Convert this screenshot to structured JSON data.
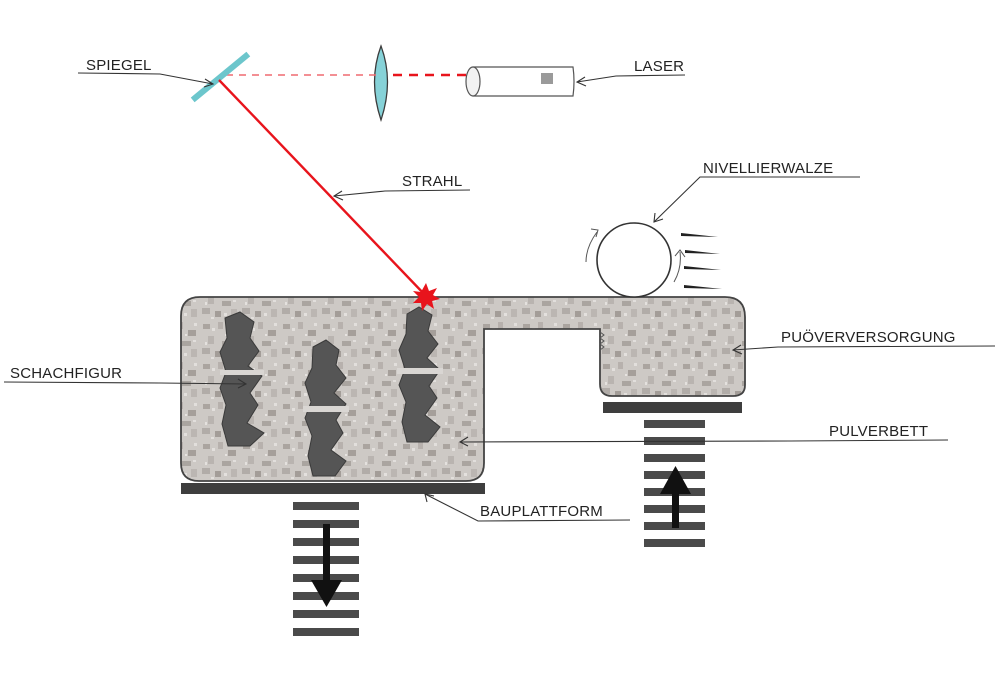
{
  "labels": {
    "spiegel": "SPIEGEL",
    "laser": "LASER",
    "strahl": "STRAHL",
    "nivellierwalze": "NIVELLIERWALZE",
    "puoverversorgung": "PUÖVERVERSORGUNG",
    "schachfigur": "SCHACHFIGUR",
    "pulverbett": "PULVERBETT",
    "bauplattform": "BAUPLATTFORM"
  },
  "colors": {
    "beam": "#e8141c",
    "mirror": "#6cc6cc",
    "lens": "#86d2d8",
    "powder": "#c8c4c0",
    "powder_dark": "#a39d99",
    "figure": "#555555",
    "platform": "#3e3e3e",
    "stripes": "#4a4a4a",
    "arrow": "#111111"
  },
  "icons": {
    "build_piston_arrow": "arrow-down-icon",
    "supply_piston_arrow": "arrow-up-icon",
    "laser_spot": "starburst-icon",
    "roller_rotation": "rotation-arrows-icon"
  }
}
